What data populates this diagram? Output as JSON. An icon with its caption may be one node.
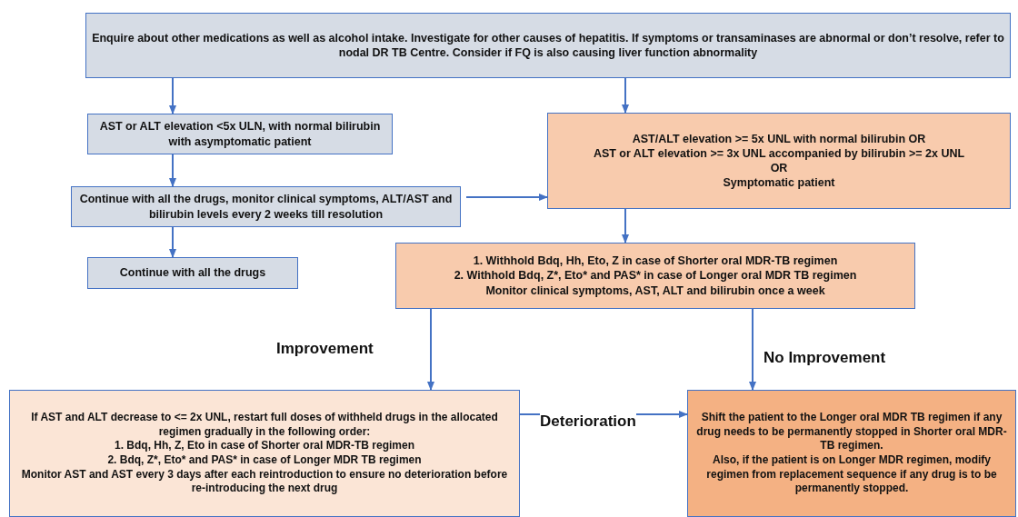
{
  "diagram": {
    "nodes": [
      {
        "text": [
          "Enquire about other medications as well as alcohol intake. Investigate for other causes of hepatitis. If symptoms or transaminases are abnormal or don’t resolve, refer to nodal DR TB Centre. Consider if FQ is also causing liver function abnormality"
        ]
      },
      {
        "text": [
          "AST or ALT elevation <5x ULN, with normal bilirubin with asymptomatic patient"
        ]
      },
      {
        "text": [
          "Continue with all the drugs, monitor clinical symptoms, ALT/AST  and bilirubin levels every 2 weeks till resolution"
        ]
      },
      {
        "text": [
          "Continue with all the drugs"
        ]
      },
      {
        "text": [
          "AST/ALT elevation >= 5x UNL with normal bilirubin OR",
          "AST or ALT elevation >= 3x UNL accompanied by bilirubin >= 2x UNL",
          "OR",
          "Symptomatic patient"
        ]
      },
      {
        "text": [
          "1. Withhold Bdq, Hh, Eto, Z in case of Shorter oral MDR-TB regimen",
          "2. Withhold Bdq, Z*, Eto* and PAS* in case of Longer oral MDR TB regimen",
          "Monitor clinical symptoms, AST, ALT and bilirubin once a week"
        ]
      },
      {
        "text": [
          "If AST and ALT decrease to <= 2x UNL, restart full doses of withheld drugs in the allocated regimen gradually in the following order:",
          "1. Bdq, Hh, Z, Eto in case of Shorter oral MDR-TB regimen",
          "2. Bdq, Z*, Eto* and PAS* in case of Longer MDR TB regimen",
          "Monitor AST and AST every 3 days after each reintroduction to ensure no deterioration before re-introducing the next drug"
        ]
      },
      {
        "text": [
          "Shift the patient to the Longer oral MDR TB regimen if any drug needs to be permanently stopped in Shorter oral MDR-TB regimen.",
          "Also, if the patient is on Longer MDR regimen, modify regimen from replacement sequence if any drug is to be permanently stopped."
        ]
      }
    ],
    "edges": [
      {
        "from": 0,
        "to": 1,
        "arrow": "to"
      },
      {
        "from": 0,
        "to": 4,
        "arrow": "to"
      },
      {
        "from": 1,
        "to": 2,
        "arrow": "to"
      },
      {
        "from": 2,
        "to": 3,
        "arrow": "to"
      },
      {
        "from": 2,
        "to": 4,
        "arrow": "to"
      },
      {
        "from": 4,
        "to": 5,
        "arrow": "to"
      },
      {
        "from": 5,
        "to": 6,
        "label": "Improvement",
        "arrow": "to"
      },
      {
        "from": 5,
        "to": 7,
        "label": "No Improvement",
        "arrow": "to"
      },
      {
        "from": 6,
        "to": 7,
        "label": "Deterioration",
        "arrow": "to"
      }
    ]
  }
}
